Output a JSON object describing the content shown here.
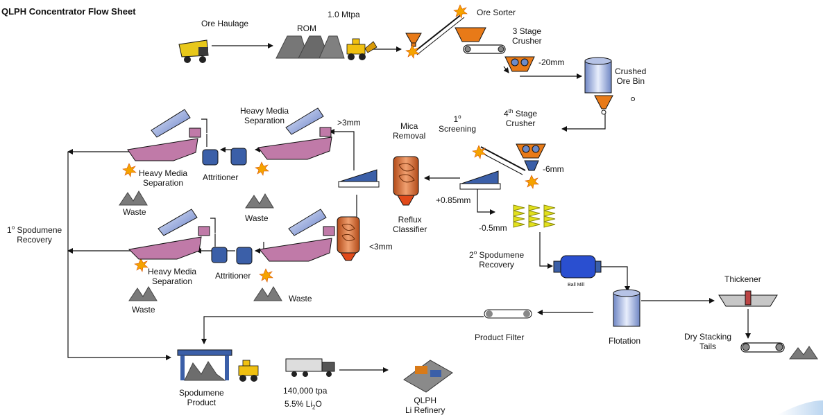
{
  "title": "QLPH Concentrator Flow Sheet",
  "labels": {
    "ore_haulage": "Ore Haulage",
    "rom": "ROM",
    "mtpa": "1.0 Mtpa",
    "ore_sorter": "Ore Sorter",
    "three_stage_a": "3 Stage",
    "three_stage_b": "Crusher",
    "minus20": "-20mm",
    "crushed_a": "Crushed",
    "crushed_b": "Ore Bin",
    "fourth_num": "4",
    "fourth_sup": "th",
    "fourth_rest": " Stage",
    "fourth_b": "Crusher",
    "minus6": "-6mm",
    "screen_num": "1",
    "screen_sup": "o",
    "screen_b": "Screening",
    "plus085": "+0.85mm",
    "minus05": "-0.5mm",
    "mica_a": "Mica",
    "mica_b": "Removal",
    "reflux_a": "Reflux",
    "reflux_b": "Classifier",
    "gt3": ">3mm",
    "lt3": "<3mm",
    "hms_top_a": "Heavy Media",
    "hms_top_b": "Separation",
    "hms_l1_a": "Heavy Media",
    "hms_l1_b": "Separation",
    "hms_l2_a": "Heavy Media",
    "hms_l2_b": "Separation",
    "attritioner_1": "Attritioner",
    "attritioner_2": "Attritioner",
    "waste_1": "Waste",
    "waste_2": "Waste",
    "waste_3": "Waste",
    "waste_4": "Waste",
    "spod1_num": "1",
    "spod1_sup": "o",
    "spod1_rest": " Spodumene",
    "spod1_b": "Recovery",
    "spod2_num": "2",
    "spod2_sup": "o",
    "spod2_rest": " Spodumene",
    "spod2_b": "Recovery",
    "ball_mill": "Ball Mill",
    "flotation": "Flotation",
    "thickener": "Thickener",
    "dry_a": "Dry Stacking",
    "dry_b": "Tails",
    "product_filter": "Product Filter",
    "spod_prod_a": "Spodumene",
    "spod_prod_b": "Product",
    "tpa": "140,000 tpa",
    "grade_a": "5.5% Li",
    "grade_sub": "2",
    "grade_b": "O",
    "refinery_a": "QLPH",
    "refinery_b": "Li Refinery"
  },
  "icons": [
    "haul-truck-icon",
    "stockpile-icon",
    "loader-icon",
    "hopper-icon",
    "conveyor-icon",
    "sensor-spark-icon",
    "cone-crusher-icon",
    "ore-bin-icon",
    "screen-icon",
    "reflux-classifier-icon",
    "hydrocyclone-icon",
    "hms-vessel-icon",
    "attritioner-icon",
    "spiral-icon",
    "ball-mill-icon",
    "flotation-cell-icon",
    "thickener-icon",
    "filter-belt-icon",
    "product-shed-icon",
    "road-truck-icon",
    "refinery-icon"
  ],
  "colors": {
    "line": "#111111",
    "vessel": "#c07aa8",
    "hopper": "#e87a18",
    "steel": "#3b5fa8",
    "spiral": "#e2e01a",
    "cyclone": "#7d96d6",
    "stockpile": "#6d6d6d"
  }
}
